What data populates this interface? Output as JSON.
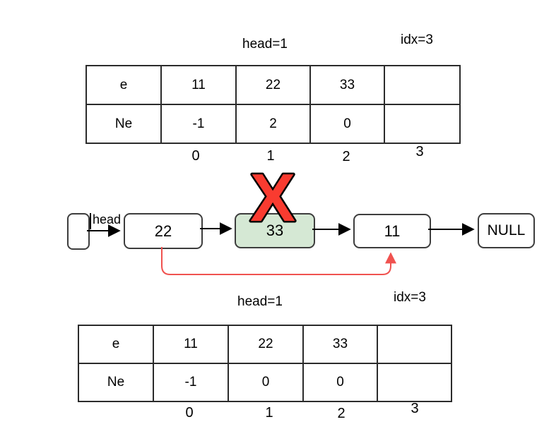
{
  "top_section": {
    "head_label": "head=1",
    "idx_label": "idx=3",
    "table": {
      "rows": [
        {
          "header": "e",
          "cells": [
            "11",
            "22",
            "33",
            ""
          ]
        },
        {
          "header": "Ne",
          "cells": [
            "-1",
            "2",
            "0",
            ""
          ]
        }
      ],
      "indices": [
        "0",
        "1",
        "2",
        "3"
      ]
    }
  },
  "linked_list": {
    "head_label": "head",
    "nodes": [
      {
        "value": "22"
      },
      {
        "value": "33"
      },
      {
        "value": "11"
      }
    ],
    "null_label": "NULL",
    "x_mark": "X"
  },
  "bottom_section": {
    "head_label": "head=1",
    "idx_label": "idx=3",
    "table": {
      "rows": [
        {
          "header": "e",
          "cells": [
            "11",
            "22",
            "33",
            ""
          ]
        },
        {
          "header": "Ne",
          "cells": [
            "-1",
            "0",
            "0",
            ""
          ]
        }
      ],
      "indices": [
        "0",
        "1",
        "2",
        "3"
      ]
    }
  },
  "colors": {
    "node_green": "#d5e8d4",
    "cell_gray": "#b3b3b3",
    "cell_purple": "#c9aed6",
    "x_red": "#f93b30",
    "bypass_arrow_red": "#f0524f",
    "line_black": "#2b2b2b"
  }
}
